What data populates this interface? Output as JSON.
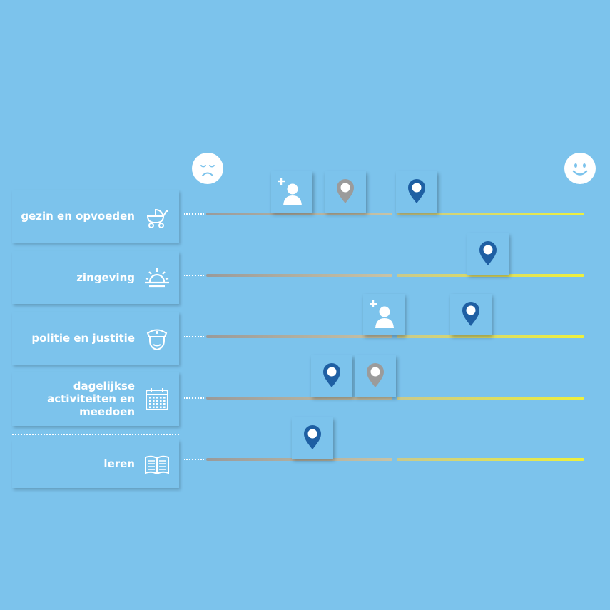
{
  "scale": {
    "left_icon": "sad-face-icon",
    "right_icon": "happy-face-icon"
  },
  "categories": [
    {
      "label": "gezin en opvoeden",
      "icon": "baby-carriage-icon",
      "markers": [
        {
          "type": "add-person",
          "color": "#ffffff"
        },
        {
          "type": "pin",
          "color": "#9b9b9b"
        },
        {
          "type": "pin",
          "color": "#1e5fa3"
        }
      ]
    },
    {
      "label": "zingeving",
      "icon": "sunrise-icon",
      "markers": [
        {
          "type": "pin",
          "color": "#1e5fa3"
        }
      ]
    },
    {
      "label": "politie en justitie",
      "icon": "police-officer-icon",
      "markers": [
        {
          "type": "add-person",
          "color": "#ffffff"
        },
        {
          "type": "pin",
          "color": "#1e5fa3"
        }
      ]
    },
    {
      "label": "dagelijkse activiteiten en meedoen",
      "icon": "calendar-icon",
      "markers": [
        {
          "type": "pin",
          "color": "#1e5fa3"
        },
        {
          "type": "pin",
          "color": "#9b9b9b"
        }
      ]
    },
    {
      "label": "leren",
      "icon": "open-book-icon",
      "markers": [
        {
          "type": "pin",
          "color": "#1e5fa3"
        }
      ]
    }
  ],
  "colors": {
    "background": "#7cc3ec",
    "pin_blue": "#1e5fa3",
    "pin_grey": "#9b9b9b",
    "track_grey": "#9a9a9a",
    "track_yellow": "#eef03c"
  }
}
